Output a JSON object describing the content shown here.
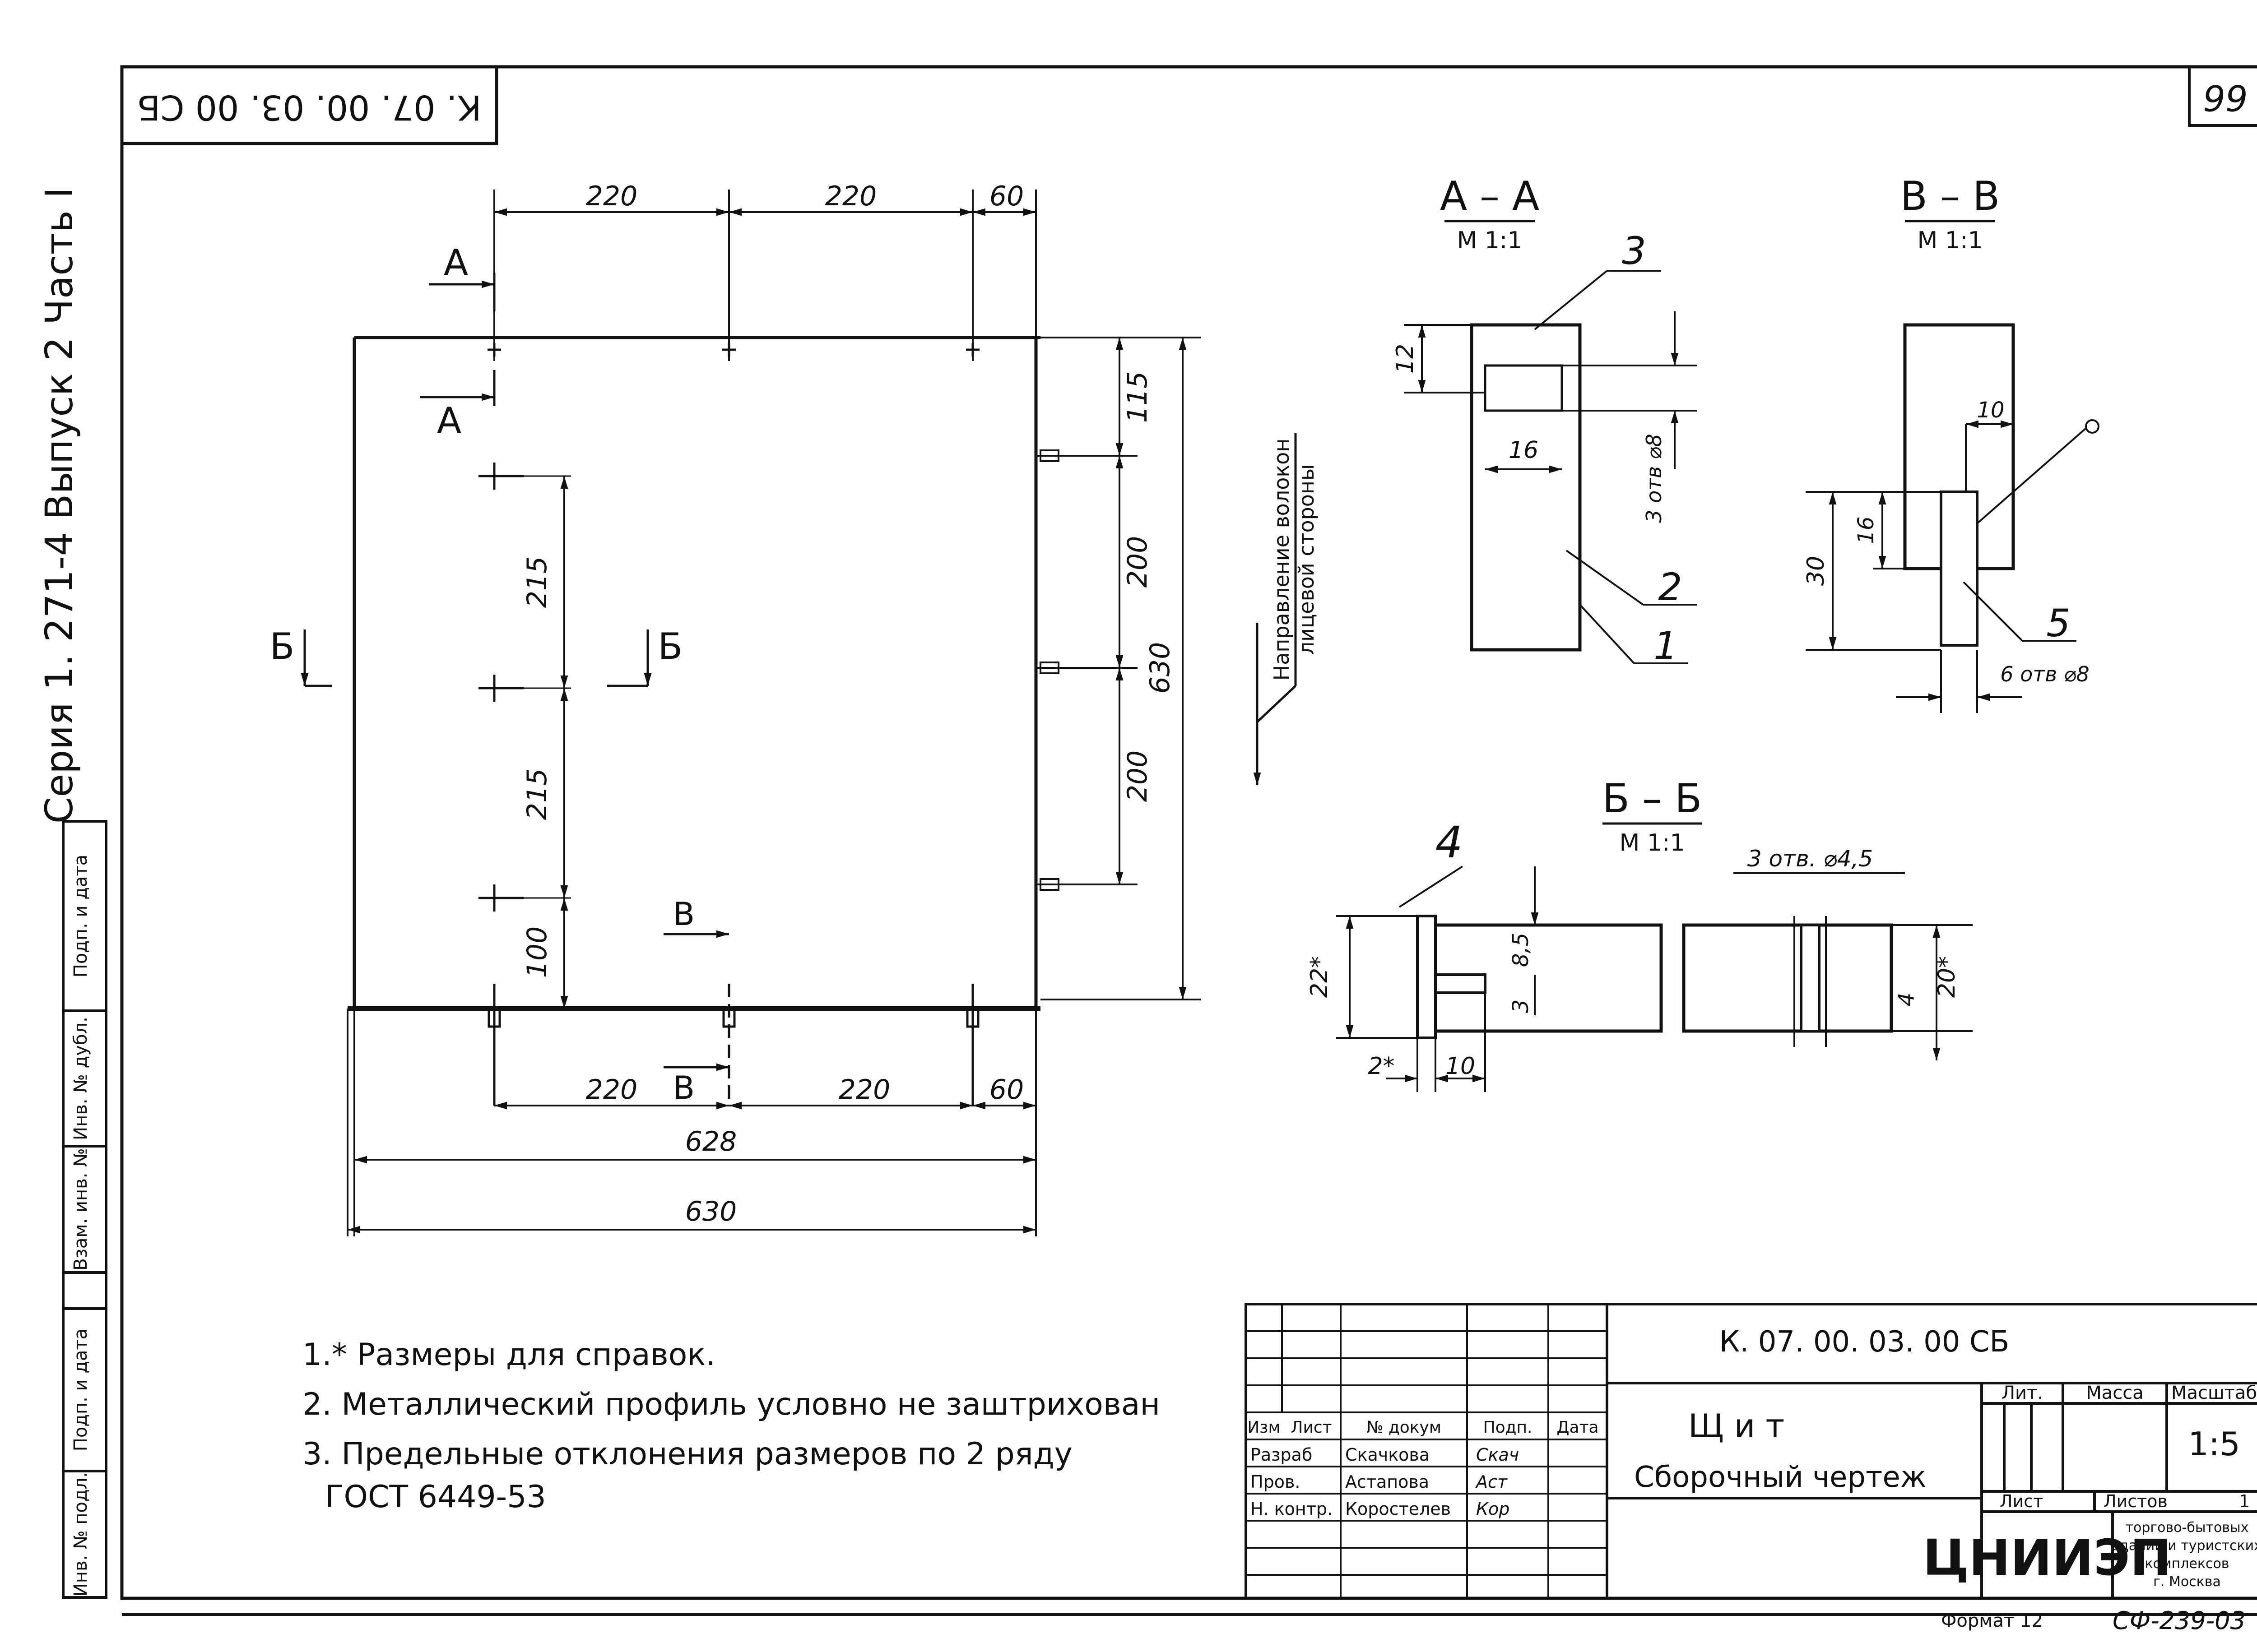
{
  "sheet": {
    "page_number": "99",
    "doc_code_rotated": "К. 07. 00. 03. 00 СБ",
    "series_text": "Серия  1. 271-4   Выпуск 2  Часть I",
    "stamp_boxes": [
      "Подп. и дата",
      "Инв. № дубл.",
      "Взам. инв. №",
      "Подп. и дата",
      "Инв. № подл."
    ]
  },
  "main_view": {
    "dims_top": [
      "220",
      "220",
      "60"
    ],
    "dims_right": [
      "115",
      "200",
      "200",
      "630"
    ],
    "dims_left": [
      "215",
      "215",
      "100"
    ],
    "dims_bottom": [
      "220",
      "220",
      "60",
      "628",
      "630"
    ],
    "section_letters": {
      "a": "А",
      "b": "Б",
      "v": "В"
    },
    "fiber_label": [
      "Направление волокон",
      "лицевой стороны"
    ]
  },
  "section_aa": {
    "title": "А – А",
    "scale": "М 1:1",
    "callouts": [
      "3",
      "2",
      "1"
    ],
    "dims": [
      "12",
      "16",
      "3 отв ⌀8"
    ]
  },
  "section_vv": {
    "title": "В – В",
    "scale": "М 1:1",
    "callouts": [
      "5"
    ],
    "dims": [
      "10",
      "16",
      "30",
      "6 отв ⌀8"
    ]
  },
  "section_bb": {
    "title": "Б – Б",
    "scale": "М 1:1",
    "callouts": [
      "4"
    ],
    "dims": [
      "22*",
      "8,5",
      "3",
      "2*",
      "10",
      "3 отв. ⌀4,5",
      "4",
      "20*"
    ]
  },
  "notes": [
    "1.* Размеры для справок.",
    "2. Металлический профиль условно не заштрихован",
    "3. Предельные отклонения размеров по 2 ряду",
    "ГОСТ 6449-53"
  ],
  "title_block": {
    "doc_code": "К. 07. 00. 03. 00  СБ",
    "name_line1": "Щ и т",
    "name_line2": "Сборочный   чертеж",
    "headers": [
      "Изм",
      "Лист",
      "№ докум",
      "Подп.",
      "Дата"
    ],
    "roles": [
      {
        "role": "Разраб",
        "name": "Скачкова",
        "sign": "Скач"
      },
      {
        "role": "Пров.",
        "name": "Астапова",
        "sign": "Аст"
      },
      {
        "role": "Н. контр.",
        "name": "Коростелев",
        "sign": "Кор"
      }
    ],
    "lit_label": "Лит.",
    "mass_label": "Масса",
    "scale_label": "Масштаб",
    "scale_value": "1:5",
    "sheet_label": "Лист",
    "sheets_label": "Листов",
    "sheets_value": "1",
    "org_logo": "ЦНИИЭП",
    "org_text": [
      "торгово-бытовых",
      "зданий и туристских",
      "комплексов",
      "г. Москва"
    ]
  },
  "footer": {
    "format": "Формат 12",
    "code": "СФ-239-03"
  }
}
